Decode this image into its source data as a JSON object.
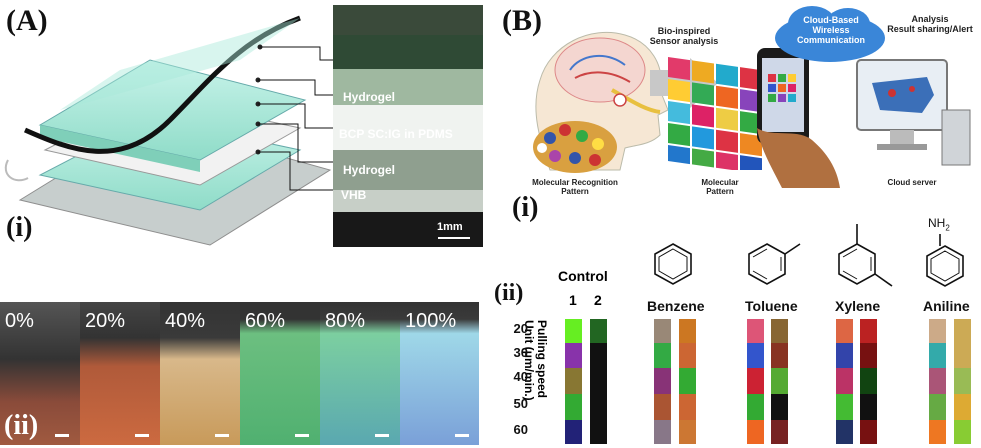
{
  "panel_a": {
    "letter": "(A)",
    "sub_i": "(i)",
    "sub_ii": "(ii)",
    "layers": [
      "Hydrogel",
      "BCP SC:IG in PDMS",
      "Hydrogel",
      "VHB"
    ],
    "scale_bar": "1mm",
    "percentages": [
      "0%",
      "20%",
      "40%",
      "60%",
      "80%",
      "100%"
    ]
  },
  "panel_b": {
    "letter": "(B)",
    "sub_i": "(i)",
    "sub_ii": "(ii)",
    "bio_label": "Bio-inspired\nSensor analysis",
    "cloud_label": "Cloud-Based\nWireless\nCommunication",
    "analysis_label": "Analysis\nResult sharing/Alert",
    "mol_recog": "Molecular Recognition\nPattern",
    "mol_pattern": "Molecular\nPattern",
    "cloud_server": "Cloud server",
    "control": "Control",
    "col1": "1",
    "col2": "2",
    "nh2": "NH",
    "nh2_sub": "2",
    "molecules": [
      "Benzene",
      "Toluene",
      "Xylene",
      "Aniline"
    ],
    "y_title": "Pulling speed\nUnit (μm/min.)",
    "speeds": [
      "20",
      "30",
      "40",
      "50",
      "60"
    ]
  },
  "colors": {
    "control1": [
      "#66ee22",
      "#8833aa",
      "#887733",
      "#33aa33",
      "#222277"
    ],
    "control2": [
      "#226622",
      "#111111",
      "#111111",
      "#111111",
      "#111111"
    ],
    "benzene1": [
      "#998877",
      "#33aa44",
      "#883377",
      "#aa5533",
      "#887788"
    ],
    "benzene2": [
      "#cc7722",
      "#cc6633",
      "#33aa33",
      "#cc6633",
      "#cc7733"
    ],
    "toluene1": [
      "#dd5577",
      "#3355cc",
      "#cc2233",
      "#33aa33",
      "#ee6622"
    ],
    "toluene2": [
      "#886633",
      "#883322",
      "#55aa33",
      "#111111",
      "#772222"
    ],
    "xylene1": [
      "#dd6644",
      "#3344aa",
      "#bb3366",
      "#44bb33",
      "#223366"
    ],
    "xylene2": [
      "#bb2222",
      "#771111",
      "#114411",
      "#111111",
      "#771111"
    ],
    "aniline1": [
      "#ccaa88",
      "#33aaaa",
      "#aa5577",
      "#66aa44",
      "#ee7722"
    ],
    "aniline2": [
      "#ccaa55",
      "#ccaa55",
      "#99bb55",
      "#ddaa33",
      "#88cc33"
    ]
  }
}
